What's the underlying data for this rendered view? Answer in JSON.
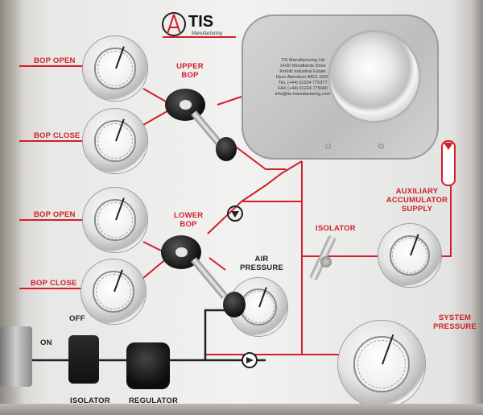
{
  "labels": {
    "bop_open_1": "BOP OPEN",
    "bop_close_1": "BOP CLOSE",
    "bop_open_2": "BOP OPEN",
    "bop_close_2": "BOP CLOSE",
    "upper_bop": "UPPER BOP",
    "lower_bop": "LOWER BOP",
    "air_pressure": "AIR PRESSURE",
    "isolator_right": "ISOLATOR",
    "aux_accumulator": "AUXILIARY ACCUMULATOR SUPPLY",
    "system_pressure": "SYSTEM PRESSURE",
    "off": "OFF",
    "on": "ON",
    "isolator_bottom": "ISOLATOR",
    "regulator": "REGULATOR"
  },
  "logo": {
    "brand": "TIS",
    "sub": "Manufacturing"
  },
  "nameplate": {
    "lines": [
      "TIS Manufacturing Ltd",
      "14/20 Woodlands Drive",
      "Kirkhill Industrial Estate",
      "Dyce Aberdeen AB21 0GW",
      "TEL (+44) 01224 775377",
      "FAX (+44) 01224 775040",
      "info@tis-manufacturing.com"
    ]
  },
  "colors": {
    "accent_red": "#d11f2a",
    "panel": "#ececea",
    "dark": "#151515"
  }
}
